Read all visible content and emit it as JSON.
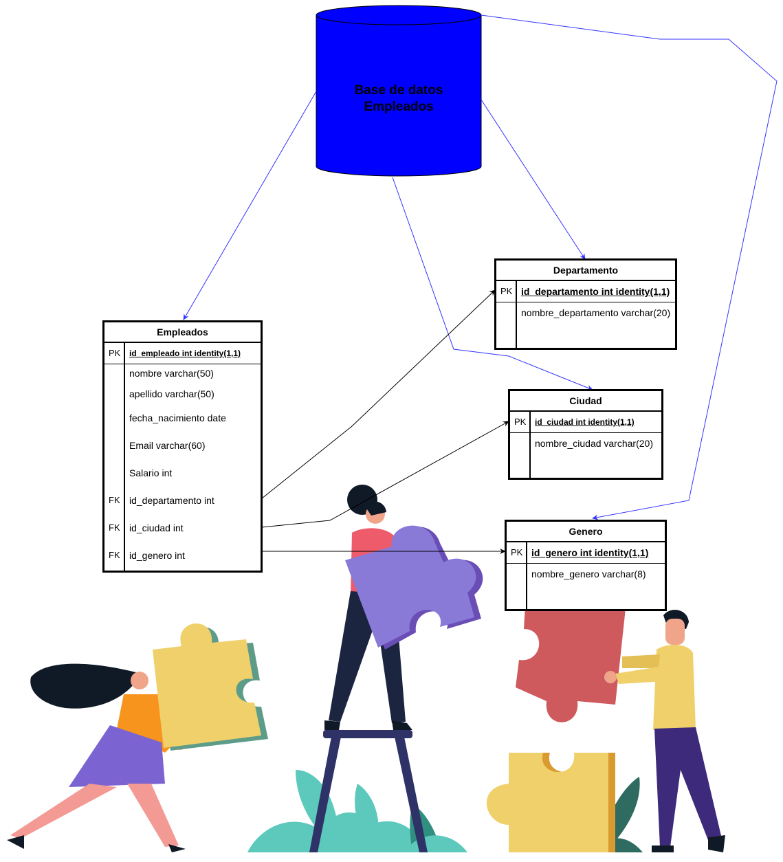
{
  "database": {
    "line1": "Base de datos",
    "line2": "Empleados",
    "fill": "#0000ff"
  },
  "tables": {
    "empleados": {
      "title": "Empleados",
      "pk": {
        "key": "PK",
        "field": "id_empleado int identity(1,1)"
      },
      "fields": [
        {
          "key": "",
          "field": "nombre varchar(50)"
        },
        {
          "key": "",
          "field": "apellido varchar(50)"
        },
        {
          "key": "",
          "field": "fecha_nacimiento date"
        },
        {
          "key": "",
          "field": "Email varchar(60)"
        },
        {
          "key": "",
          "field": "Salario int"
        },
        {
          "key": "FK",
          "field": "id_departamento int"
        },
        {
          "key": "FK",
          "field": "id_ciudad int"
        },
        {
          "key": "FK",
          "field": "id_genero int"
        }
      ]
    },
    "departamento": {
      "title": "Departamento",
      "pk": {
        "key": "PK",
        "field": "id_departamento int identity(1,1)"
      },
      "fields": [
        {
          "key": "",
          "field": "nombre_departamento varchar(20)"
        }
      ]
    },
    "ciudad": {
      "title": "Ciudad",
      "pk": {
        "key": "PK",
        "field": "id_ciudad int identity(1,1)"
      },
      "fields": [
        {
          "key": "",
          "field": "nombre_ciudad varchar(20)"
        }
      ]
    },
    "genero": {
      "title": "Genero",
      "pk": {
        "key": "PK",
        "field": "id_genero int identity(1,1)"
      },
      "fields": [
        {
          "key": "",
          "field": "nombre_genero varchar(8)"
        }
      ]
    }
  },
  "colors": {
    "db_link": "#3333ff",
    "fk_link": "#000000"
  }
}
